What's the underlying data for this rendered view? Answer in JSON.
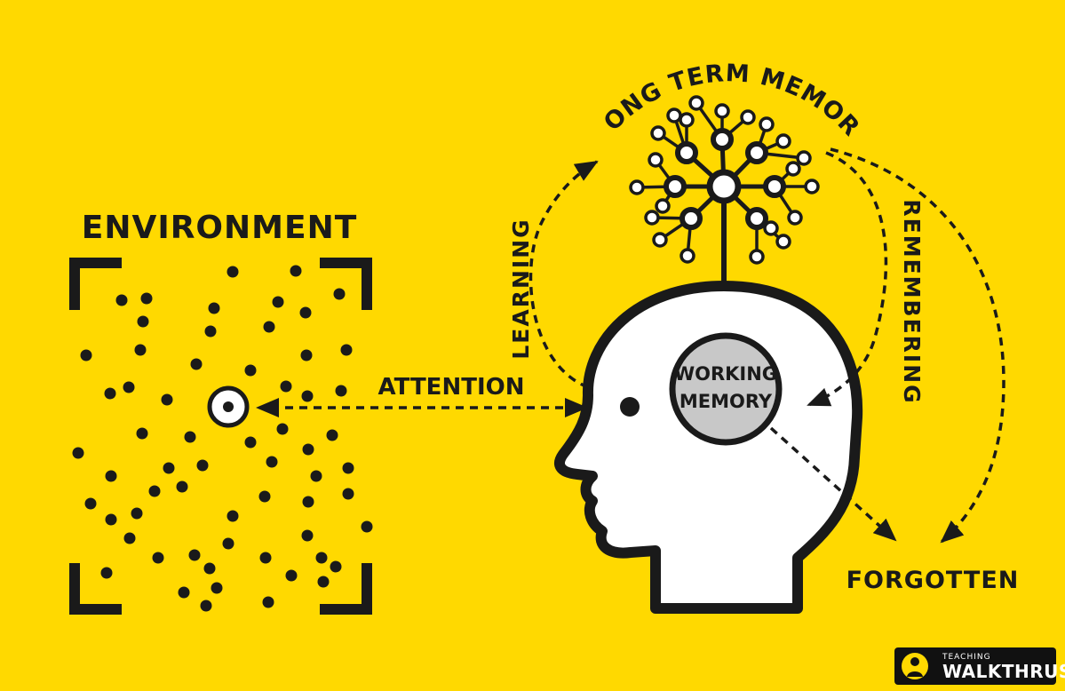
{
  "labels": {
    "environment": "ENVIRONMENT",
    "attention": "ATTENTION",
    "learning": "LEARNING",
    "long_term_memory": "LONG TERM MEMORY",
    "remembering": "REMEMBERING",
    "working_memory_line1": "WORKING",
    "working_memory_line2": "MEMORY",
    "forgotten": "FORGOTTEN"
  },
  "brand": {
    "small": "TEACHING",
    "big": "WALKTHRUS",
    "logo_icon": "teacher-figure-icon"
  },
  "colors": {
    "background": "#FFD900",
    "ink": "#1a1a1a",
    "working_memory_fill": "#c8c8c8",
    "head_fill": "#ffffff"
  }
}
